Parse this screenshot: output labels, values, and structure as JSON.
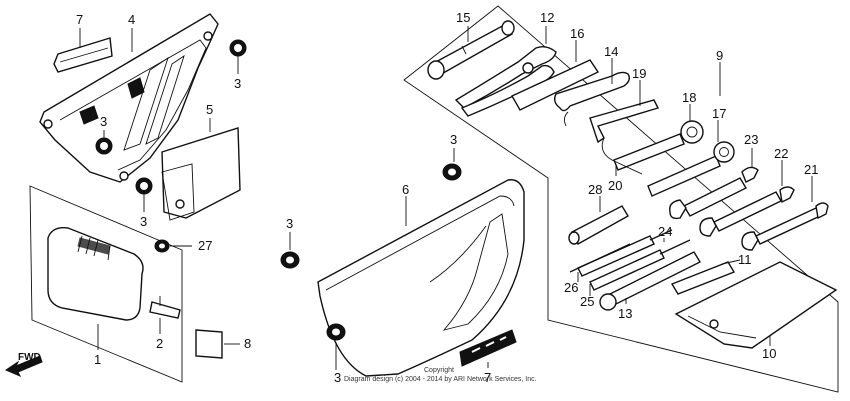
{
  "callouts": {
    "c1": "1",
    "c2": "2",
    "c3a": "3",
    "c3b": "3",
    "c3c": "3",
    "c3d": "3",
    "c3e": "3",
    "c3f": "3",
    "c4": "4",
    "c5": "5",
    "c6": "6",
    "c7a": "7",
    "c7b": "7",
    "c8": "8",
    "c9": "9",
    "c10": "10",
    "c11": "11",
    "c12": "12",
    "c13": "13",
    "c14": "14",
    "c15": "15",
    "c16": "16",
    "c17": "17",
    "c18": "18",
    "c19": "19",
    "c20": "20",
    "c21": "21",
    "c22": "22",
    "c23": "23",
    "c24": "24",
    "c25": "25",
    "c26": "26",
    "c27": "27",
    "c28": "28"
  },
  "direction_label": "FWD",
  "copyright_line1": "Copyright",
  "copyright_line2": "Diagram design (c) 2004 - 2014 by ARI Network Services, Inc.",
  "line_color": "#111111"
}
